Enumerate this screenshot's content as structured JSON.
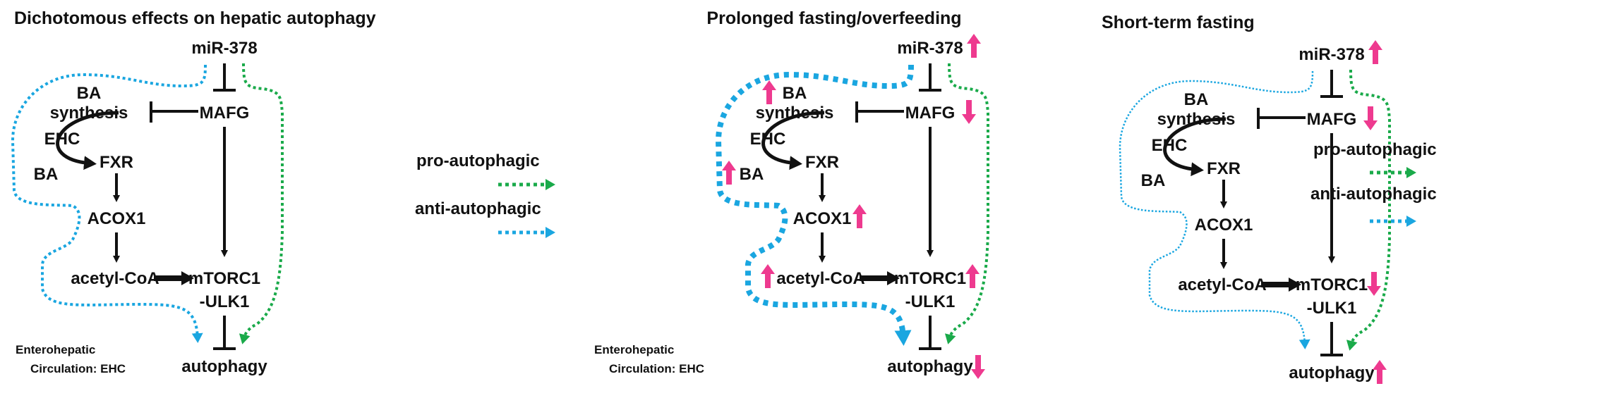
{
  "colors": {
    "pro_autophagic": "#1aaa4a",
    "anti_autophagic": "#1aa6e0",
    "change_arrow": "#ee3a8f",
    "ink": "#111111"
  },
  "legend": {
    "pro_label": "pro-autophagic",
    "anti_label": "anti-autophagic"
  },
  "footnote": {
    "line1": "Enterohepatic",
    "line2": "Circulation: EHC"
  },
  "nodes": {
    "mir378": "miR-378",
    "mafg": "MAFG",
    "ba_synthesis_line1": "BA",
    "ba_synthesis_line2": "synthesis",
    "ehc": "EHC",
    "ba": "BA",
    "fxr": "FXR",
    "acox1": "ACOX1",
    "acetyl_coa": "acetyl-CoA",
    "mtorc1_line1": "mTORC1",
    "mtorc1_line2": "-ULK1",
    "autophagy": "autophagy"
  },
  "panels": [
    {
      "title": "Dichotomous effects on hepatic autophagy",
      "changes": {},
      "anti_path_style": "normal",
      "has_footnote": true
    },
    {
      "title": "Prolonged fasting/overfeeding",
      "changes": {
        "mir378": "up",
        "mafg": "down",
        "ba_synthesis": "up",
        "ba": "up",
        "acox1": "up",
        "acetyl_coa": "up",
        "mtorc1": "up",
        "autophagy": "down"
      },
      "anti_path_style": "thick",
      "has_footnote": true
    },
    {
      "title": "Short-term fasting",
      "changes": {
        "mir378": "up",
        "mafg": "down",
        "mtorc1": "down",
        "autophagy": "up"
      },
      "anti_path_style": "thin",
      "has_footnote": false
    }
  ]
}
